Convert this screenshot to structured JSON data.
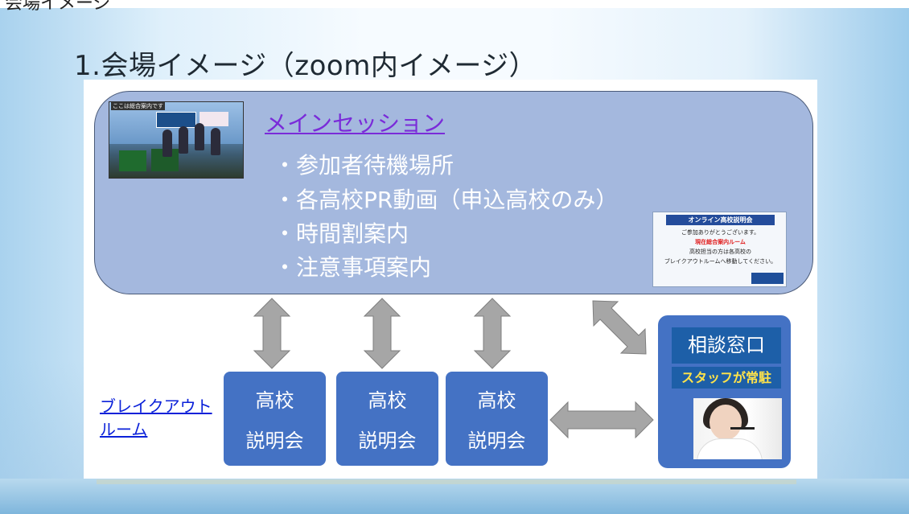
{
  "page": {
    "top_cut_text": "会場イメージ",
    "title": "1.会場イメージ（zoom内イメージ）"
  },
  "main_session": {
    "link": "メインセッション",
    "bullets": [
      "・参加者待機場所",
      "・各高校PR動画（申込高校のみ）",
      "・時間割案内",
      "・注意事項案内"
    ],
    "thumbnail_label": "ここは総合案内です"
  },
  "info_card": {
    "header": "オンライン高校説明会",
    "line1": "ご参加ありがとうございます。",
    "line2": "現在総合案内ルーム",
    "line3": "高校担当の方は各高校の",
    "line4": "ブレイクアウトルームへ移動してください。"
  },
  "breakout_link": {
    "line1": "ブレイクアウト",
    "line2": "ルーム"
  },
  "school_boxes": [
    {
      "line1": "高校",
      "line2": "説明会"
    },
    {
      "line1": "高校",
      "line2": "説明会"
    },
    {
      "line1": "高校",
      "line2": "説明会"
    }
  ],
  "consultation": {
    "title": "相談窓口",
    "subtitle": "スタッフが常駐"
  },
  "colors": {
    "main_box_fill": "#a4b8de",
    "box_blue": "#4472c4",
    "link_purple": "#7a2bd9",
    "link_blue": "#0b21d9",
    "staff_yellow": "#ffe34a",
    "arrow_gray": "#a6a6a6"
  }
}
